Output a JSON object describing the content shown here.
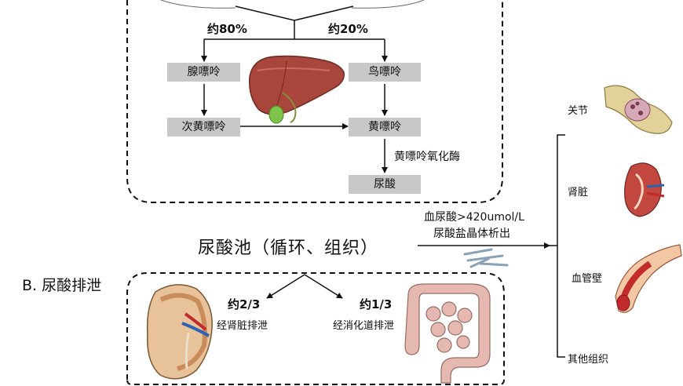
{
  "synthesis": {
    "split_left": "约80%",
    "split_right": "约20%",
    "adenine": "腺嘌呤",
    "guanine": "鸟嘌呤",
    "hypoxanthine": "次黄嘌呤",
    "xanthine": "黄嘌呤",
    "enzyme": "黄嘌呤氧化酶",
    "uric_acid": "尿酸"
  },
  "pool": {
    "label": "尿酸池（循环、组织）",
    "condition_line1": "血尿酸>420umol/L",
    "condition_line2": "尿酸盐晶体析出"
  },
  "excretion": {
    "section_title": "B. 尿酸排泄",
    "kidney_fraction": "约2/3",
    "kidney_route": "经肾脏排泄",
    "gut_fraction": "约1/3",
    "gut_route": "经消化道排泄"
  },
  "deposition_sites": [
    {
      "label": "关节"
    },
    {
      "label": "肾脏"
    },
    {
      "label": "血管壁"
    },
    {
      "label": "其他组织"
    }
  ]
}
